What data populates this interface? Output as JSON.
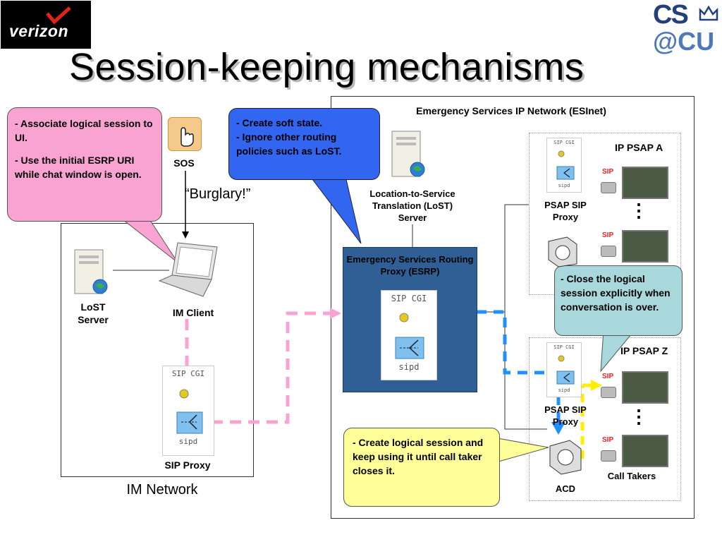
{
  "title": "Session-keeping mechanisms",
  "logos": {
    "verizon": "verizon",
    "cs_top": "CS",
    "cs_bottom": "@CU"
  },
  "im_network": {
    "label": "IM Network",
    "lost_server": "LoST Server",
    "im_client": "IM Client",
    "sip_proxy": "SIP Proxy",
    "sos": "SOS",
    "burglary": "“Burglary!”"
  },
  "esinet": {
    "label": "Emergency Services IP Network (ESInet)",
    "lost_server": "Location-to-Service Translation (LoST) Server",
    "esrp": "Emergency Services Routing Proxy (ESRP)",
    "psap_a": "IP PSAP A",
    "psap_z": "IP PSAP Z",
    "psap_sip_proxy": "PSAP SIP Proxy",
    "acd": "ACD",
    "call_takers": "Call Takers",
    "ellipsis": "⋮"
  },
  "sipcgi": {
    "top": "SIP CGI",
    "bottom": "sipd"
  },
  "callouts": {
    "pink": [
      "- Associate logical session to UI.",
      "- Use the initial ESRP URI while chat window is open."
    ],
    "blue": [
      "- Create soft state.",
      "- Ignore other routing policies such as LoST."
    ],
    "teal": [
      "- Close the logical session explicitly when conversation is over."
    ],
    "yellow": [
      "- Create logical session and keep using it until call taker closes it."
    ]
  },
  "colors": {
    "pink_callout": "#f9a3d3",
    "blue_callout": "#3366f0",
    "teal_callout": "#a8d8dc",
    "yellow_callout": "#ffff99",
    "esrp_box": "#2f5f95",
    "pink_dash": "#f9a3d3",
    "blue_dash": "#1e90ff",
    "yellow_dash": "#ffee00"
  }
}
